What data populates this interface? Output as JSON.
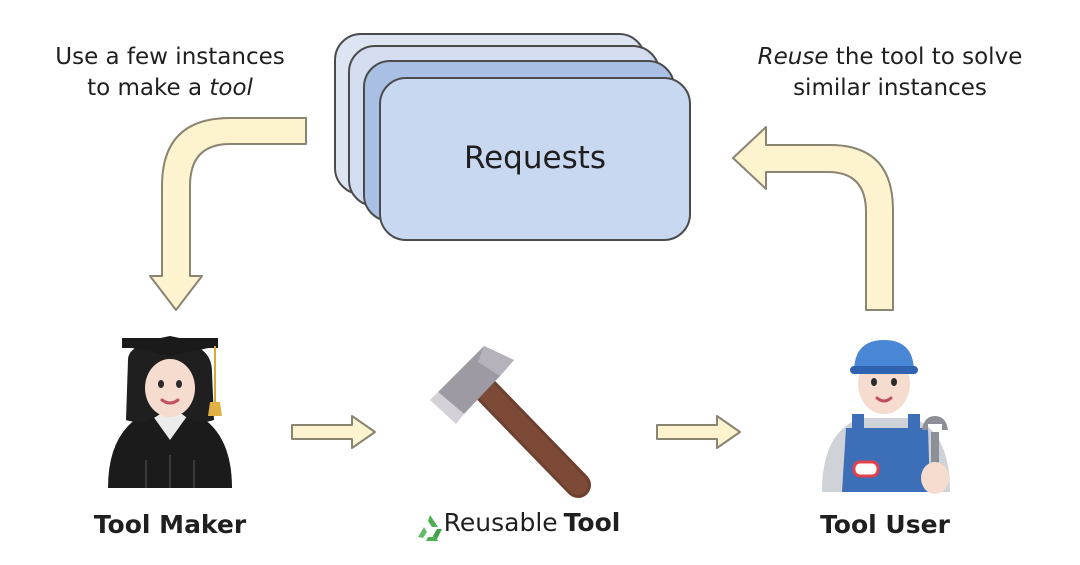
{
  "caption_left": {
    "line1": "Use a few instances",
    "line2_prefix": "to make a ",
    "line2_em": "tool"
  },
  "caption_right": {
    "line1_em": "Reuse",
    "line1_rest": " the tool to solve",
    "line2": "similar instances"
  },
  "requests_label": "Requests",
  "tool_maker_label": "Tool Maker",
  "tool_user_label": "Tool User",
  "reusable_tool": {
    "prefix": "Reusable ",
    "strong": "Tool",
    "icon": "recycle-icon"
  },
  "colors": {
    "arrow_fill": "#fdf3cf",
    "arrow_stroke": "#8a8472",
    "card_back": "#dde5f3",
    "card_mid": "#a9c0e4",
    "card_front": "#c9d8f1",
    "card_stroke": "#4b4b4b"
  }
}
